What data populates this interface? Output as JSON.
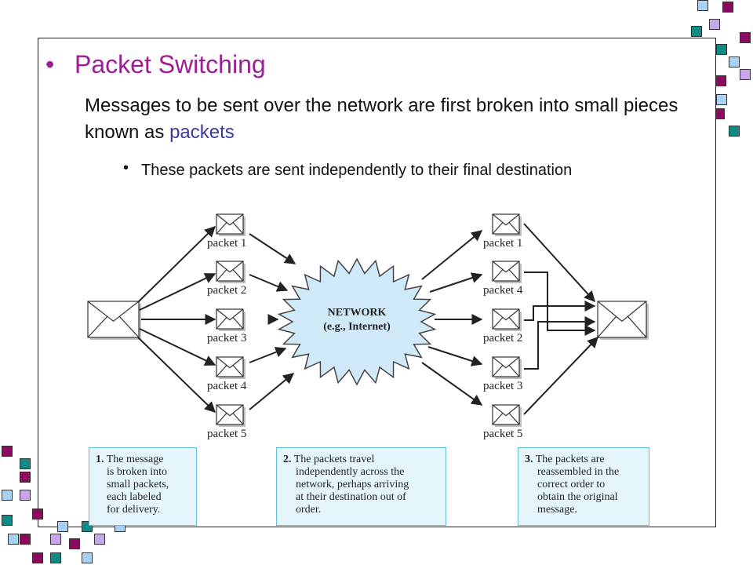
{
  "slide": {
    "title": "Packet Switching",
    "bullet_mark": "•",
    "body_start": "Messages to be sent over the network are first broken into small pieces known as ",
    "body_highlight": "packets",
    "sub_bullet": "These packets are sent independently to their final destination"
  },
  "diagram": {
    "network_line1": "NETWORK",
    "network_line2": "(e.g., Internet)",
    "left_packets": [
      "packet 1",
      "packet 2",
      "packet 3",
      "packet 4",
      "packet 5"
    ],
    "right_packets": [
      "packet 1",
      "packet 4",
      "packet 2",
      "packet 3",
      "packet 5"
    ]
  },
  "notes": [
    {
      "num": "1.",
      "lines": [
        "The message",
        "is broken into",
        "small packets,",
        "each labeled",
        "for delivery."
      ]
    },
    {
      "num": "2.",
      "lines": [
        "The packets travel",
        "independently across the",
        "network, perhaps arriving",
        "at their destination out of",
        "order."
      ]
    },
    {
      "num": "3.",
      "lines": [
        "The packets are",
        "reassembled in the",
        "correct order to",
        "obtain the original",
        "message."
      ]
    }
  ],
  "colors": {
    "title": "#9b1f92",
    "highlight": "#3a3aa0",
    "square_purple": "#8b0b5e",
    "square_teal": "#0f8a86",
    "square_blue": "#a9d0f5",
    "square_lavender": "#c7a6ee",
    "note_bg": "#e4f5fc",
    "cloud_fill": "#cfe9f8"
  }
}
